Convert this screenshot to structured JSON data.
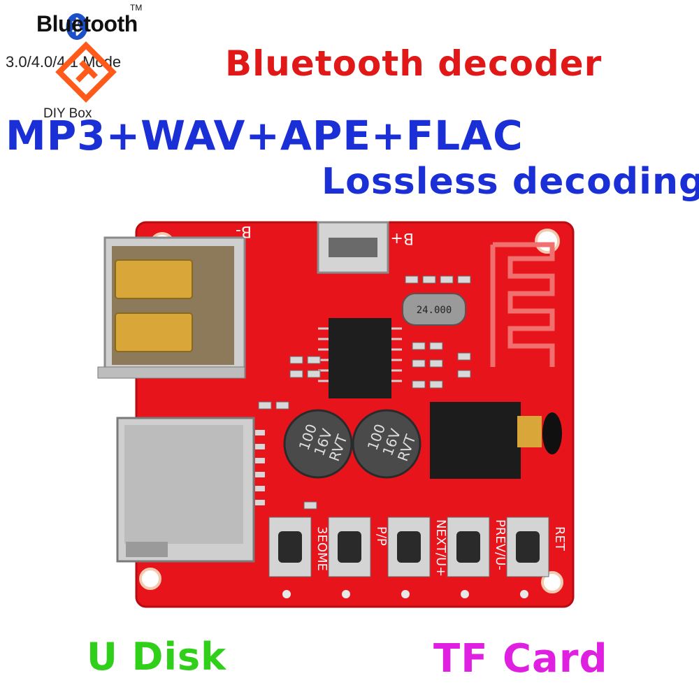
{
  "brand": {
    "bluetooth_name": "Bluetooth",
    "trademark": "TM",
    "mode": "3.0/4.0/4.1 Mode",
    "diy_box": "DIY Box"
  },
  "headings": {
    "title": "Bluetooth decoder",
    "formats": "MP3+WAV+APE+FLAC",
    "subtitle": "Lossless decoding",
    "u_disk": "U Disk",
    "tf_card": "TF Card"
  },
  "board": {
    "silkscreen_minus": "B-",
    "silkscreen_plus": "B+",
    "crystal": "24.000",
    "cap_value": "100",
    "cap_voltage": "16V",
    "cap_brand": "RVT",
    "buttons": [
      "3EOME",
      "P/P",
      "NEXT/U+",
      "PREV/U-",
      "RET"
    ]
  },
  "colors": {
    "board": "#e8141c",
    "title_red": "#e01818",
    "blue": "#1a2fd6",
    "green": "#2fcf1a",
    "magenta": "#e020e0"
  }
}
